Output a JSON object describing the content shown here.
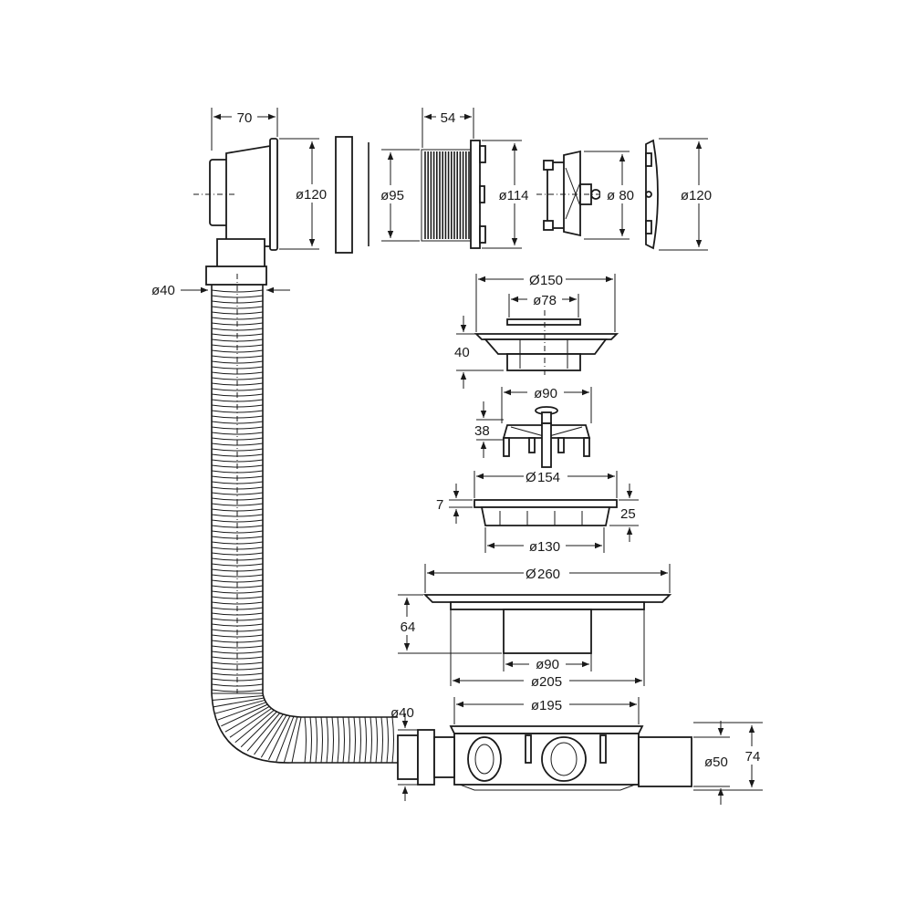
{
  "labels": {
    "overflow_width": "70",
    "overflow_diameter": "ø120",
    "nut_diameter": "ø95",
    "nut_length": "54",
    "flange_diameter": "ø114",
    "plug_diameter": "ø 80",
    "cap_diameter": "ø120",
    "pipe_diameter_top": "ø40",
    "cover_diameter": "150",
    "cover_inner_diameter": "ø78",
    "cover_height": "40",
    "strainer_diameter": "ø90",
    "strainer_height": "38",
    "ring_diameter": "154",
    "ring_thickness": "7",
    "ring_height": "25",
    "ring_inner_diameter": "ø130",
    "tray_diameter": "260",
    "tray_height": "64",
    "tray_inner_diameter": "ø90",
    "tray_body_diameter": "ø205",
    "trap_diameter": "ø195",
    "pipe_diameter_bottom": "ø40",
    "outlet_diameter": "ø50",
    "trap_height": "74"
  }
}
